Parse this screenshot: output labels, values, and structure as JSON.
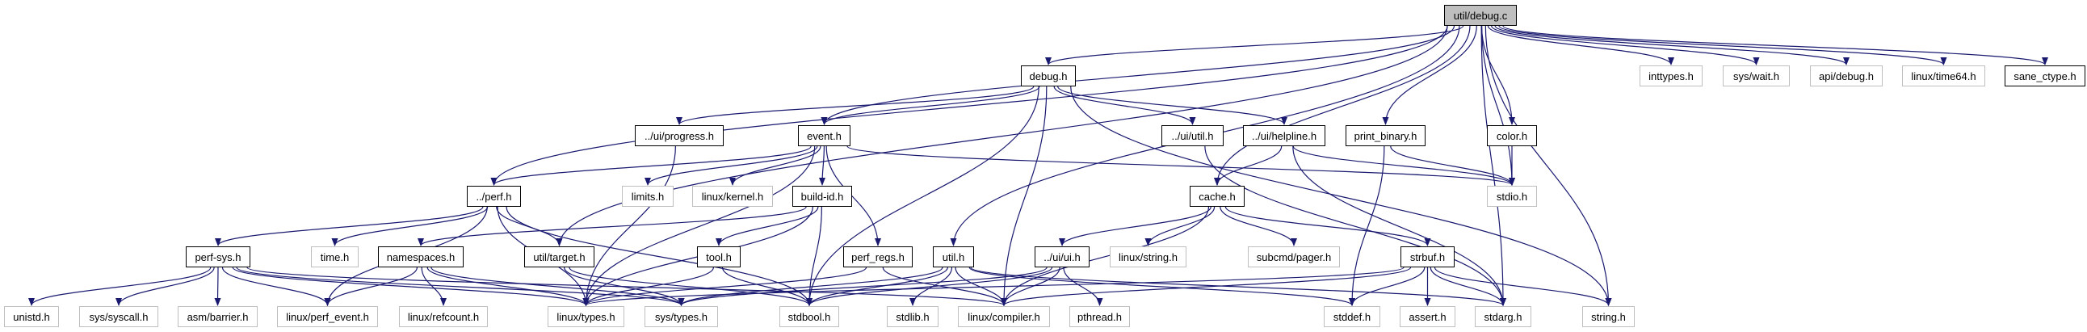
{
  "colors": {
    "edge": "#191970",
    "root_fill": "#bfbfbf",
    "external_border": "#bfbfbf",
    "documented_border": "#000000"
  },
  "nodes": [
    {
      "id": "debug_c",
      "label": "util/debug.c",
      "kind": "root"
    },
    {
      "id": "debug_h",
      "label": "debug.h",
      "kind": "doc"
    },
    {
      "id": "inttypes",
      "label": "inttypes.h",
      "kind": "ext"
    },
    {
      "id": "syswait",
      "label": "sys/wait.h",
      "kind": "ext"
    },
    {
      "id": "apidebug",
      "label": "api/debug.h",
      "kind": "ext"
    },
    {
      "id": "time64",
      "label": "linux/time64.h",
      "kind": "ext"
    },
    {
      "id": "sanectype",
      "label": "sane_ctype.h",
      "kind": "doc"
    },
    {
      "id": "progress",
      "label": "../ui/progress.h",
      "kind": "doc"
    },
    {
      "id": "event",
      "label": "event.h",
      "kind": "doc"
    },
    {
      "id": "uiutil",
      "label": "../ui/util.h",
      "kind": "doc"
    },
    {
      "id": "helpline",
      "label": "../ui/helpline.h",
      "kind": "doc"
    },
    {
      "id": "printbin",
      "label": "print_binary.h",
      "kind": "doc"
    },
    {
      "id": "color",
      "label": "color.h",
      "kind": "doc"
    },
    {
      "id": "perf",
      "label": "../perf.h",
      "kind": "doc"
    },
    {
      "id": "limits",
      "label": "limits.h",
      "kind": "ext"
    },
    {
      "id": "kernel",
      "label": "linux/kernel.h",
      "kind": "ext"
    },
    {
      "id": "buildid",
      "label": "build-id.h",
      "kind": "doc"
    },
    {
      "id": "cache",
      "label": "cache.h",
      "kind": "doc"
    },
    {
      "id": "stdio",
      "label": "stdio.h",
      "kind": "ext"
    },
    {
      "id": "perfsys",
      "label": "perf-sys.h",
      "kind": "doc"
    },
    {
      "id": "time",
      "label": "time.h",
      "kind": "ext"
    },
    {
      "id": "namespaces",
      "label": "namespaces.h",
      "kind": "doc"
    },
    {
      "id": "target",
      "label": "util/target.h",
      "kind": "doc"
    },
    {
      "id": "tool",
      "label": "tool.h",
      "kind": "doc"
    },
    {
      "id": "perfregs",
      "label": "perf_regs.h",
      "kind": "doc"
    },
    {
      "id": "util",
      "label": "util.h",
      "kind": "doc"
    },
    {
      "id": "uiui",
      "label": "../ui/ui.h",
      "kind": "doc"
    },
    {
      "id": "lstring",
      "label": "linux/string.h",
      "kind": "ext"
    },
    {
      "id": "pager",
      "label": "subcmd/pager.h",
      "kind": "ext"
    },
    {
      "id": "strbuf",
      "label": "strbuf.h",
      "kind": "doc"
    },
    {
      "id": "unistd",
      "label": "unistd.h",
      "kind": "ext"
    },
    {
      "id": "syscall",
      "label": "sys/syscall.h",
      "kind": "ext"
    },
    {
      "id": "barrier",
      "label": "asm/barrier.h",
      "kind": "ext"
    },
    {
      "id": "perfevent",
      "label": "linux/perf_event.h",
      "kind": "ext"
    },
    {
      "id": "refcount",
      "label": "linux/refcount.h",
      "kind": "ext"
    },
    {
      "id": "ltypes",
      "label": "linux/types.h",
      "kind": "ext"
    },
    {
      "id": "systypes",
      "label": "sys/types.h",
      "kind": "ext"
    },
    {
      "id": "stdbool",
      "label": "stdbool.h",
      "kind": "ext"
    },
    {
      "id": "stdlib",
      "label": "stdlib.h",
      "kind": "ext"
    },
    {
      "id": "compiler",
      "label": "linux/compiler.h",
      "kind": "ext"
    },
    {
      "id": "pthread",
      "label": "pthread.h",
      "kind": "ext"
    },
    {
      "id": "stddef",
      "label": "stddef.h",
      "kind": "ext"
    },
    {
      "id": "assert",
      "label": "assert.h",
      "kind": "ext"
    },
    {
      "id": "stdarg",
      "label": "stdarg.h",
      "kind": "ext"
    },
    {
      "id": "string",
      "label": "string.h",
      "kind": "ext"
    }
  ],
  "edges": [
    [
      "debug_c",
      "perf"
    ],
    [
      "debug_c",
      "target"
    ],
    [
      "debug_c",
      "event"
    ],
    [
      "debug_c",
      "debug_h"
    ],
    [
      "debug_c",
      "util"
    ],
    [
      "debug_c",
      "cache"
    ],
    [
      "debug_c",
      "printbin"
    ],
    [
      "debug_c",
      "color"
    ],
    [
      "debug_c",
      "stdio"
    ],
    [
      "debug_c",
      "stdarg"
    ],
    [
      "debug_c",
      "string"
    ],
    [
      "debug_c",
      "inttypes"
    ],
    [
      "debug_c",
      "syswait"
    ],
    [
      "debug_c",
      "apidebug"
    ],
    [
      "debug_c",
      "time64"
    ],
    [
      "debug_c",
      "sanectype"
    ],
    [
      "debug_h",
      "progress"
    ],
    [
      "debug_h",
      "event"
    ],
    [
      "debug_h",
      "stdbool"
    ],
    [
      "debug_h",
      "compiler"
    ],
    [
      "debug_h",
      "uiutil"
    ],
    [
      "debug_h",
      "helpline"
    ],
    [
      "debug_h",
      "string"
    ],
    [
      "progress",
      "ltypes"
    ],
    [
      "event",
      "perf"
    ],
    [
      "event",
      "limits"
    ],
    [
      "event",
      "kernel"
    ],
    [
      "event",
      "buildid"
    ],
    [
      "event",
      "perfregs"
    ],
    [
      "event",
      "stdio"
    ],
    [
      "event",
      "ltypes"
    ],
    [
      "perf",
      "perfsys"
    ],
    [
      "perf",
      "time"
    ],
    [
      "perf",
      "target"
    ],
    [
      "perf",
      "ltypes"
    ],
    [
      "perf",
      "perfevent"
    ],
    [
      "perf",
      "stdbool"
    ],
    [
      "perfsys",
      "unistd"
    ],
    [
      "perfsys",
      "syscall"
    ],
    [
      "perfsys",
      "barrier"
    ],
    [
      "perfsys",
      "perfevent"
    ],
    [
      "perfsys",
      "ltypes"
    ],
    [
      "perfsys",
      "systypes"
    ],
    [
      "perfsys",
      "compiler"
    ],
    [
      "namespaces",
      "perfevent"
    ],
    [
      "namespaces",
      "refcount"
    ],
    [
      "namespaces",
      "ltypes"
    ],
    [
      "namespaces",
      "systypes"
    ],
    [
      "target",
      "systypes"
    ],
    [
      "target",
      "stdbool"
    ],
    [
      "buildid",
      "namespaces"
    ],
    [
      "buildid",
      "tool"
    ],
    [
      "buildid",
      "ltypes"
    ],
    [
      "buildid",
      "stdbool"
    ],
    [
      "tool",
      "ltypes"
    ],
    [
      "tool",
      "stdbool"
    ],
    [
      "perfregs",
      "ltypes"
    ],
    [
      "perfregs",
      "compiler"
    ],
    [
      "util",
      "stdbool"
    ],
    [
      "util",
      "systypes"
    ],
    [
      "util",
      "stdlib"
    ],
    [
      "util",
      "compiler"
    ],
    [
      "util",
      "stddef"
    ],
    [
      "util",
      "stdarg"
    ],
    [
      "uiutil",
      "stdarg"
    ],
    [
      "helpline",
      "cache"
    ],
    [
      "helpline",
      "stdio"
    ],
    [
      "helpline",
      "stdarg"
    ],
    [
      "printbin",
      "stddef"
    ],
    [
      "printbin",
      "stdio"
    ],
    [
      "color",
      "stdio"
    ],
    [
      "cache",
      "uiui"
    ],
    [
      "cache",
      "lstring"
    ],
    [
      "cache",
      "pager"
    ],
    [
      "cache",
      "strbuf"
    ],
    [
      "cache",
      "compiler"
    ],
    [
      "uiui",
      "stdbool"
    ],
    [
      "uiui",
      "compiler"
    ],
    [
      "uiui",
      "pthread"
    ],
    [
      "uiui",
      "systypes"
    ],
    [
      "strbuf",
      "ltypes"
    ],
    [
      "strbuf",
      "compiler"
    ],
    [
      "strbuf",
      "stddef"
    ],
    [
      "strbuf",
      "assert"
    ],
    [
      "strbuf",
      "stdarg"
    ],
    [
      "strbuf",
      "string"
    ]
  ]
}
